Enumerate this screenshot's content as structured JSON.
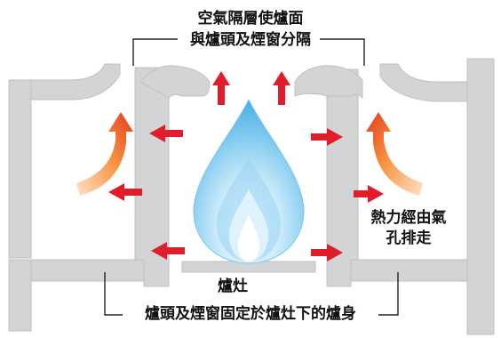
{
  "labels": {
    "top_line1": "空氣隔層使爐面",
    "top_line2": "與爐頭及煙窗分隔",
    "right_line1": "熱力經由氣",
    "right_line2": "孔排走",
    "burner": "爐灶",
    "bottom": "爐頭及煙窗固定於爐灶下的爐身"
  },
  "colors": {
    "wall": "#d3d4d6",
    "wall_edge": "#b8b9bb",
    "arrow": "#e01d2b",
    "heat_start": "#ffe0c4",
    "heat_end": "#e84a1e",
    "flame_outer": "#5bb9ea",
    "flame_inner": "#ffffff",
    "bracket": "#222222"
  },
  "icons": {
    "flame": "flame-icon",
    "airflow": "arrow-icon",
    "heat": "curved-heat-arrow-icon"
  }
}
